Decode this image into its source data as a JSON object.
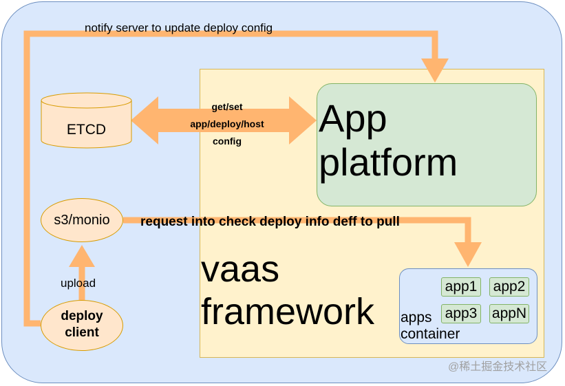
{
  "diagram": {
    "etcd": {
      "label": "ETCD"
    },
    "s3": {
      "label": "s3/monio"
    },
    "deploy_client": {
      "line1": "deploy",
      "line2": "client"
    },
    "app_platform": {
      "line1": "App",
      "line2": "platform"
    },
    "vaas": {
      "line1": "vaas",
      "line2": "framework"
    },
    "apps_container": {
      "line1": "apps",
      "line2": "container"
    },
    "apps": [
      "app1",
      "app2",
      "app3",
      "appN"
    ],
    "edges": {
      "notify": "notify server to update deploy config",
      "etcd_line1": "get/set",
      "etcd_line2": "app/deploy/host",
      "etcd_line3": "config",
      "request": "request into check deploy info deff to pull",
      "upload": "upload"
    },
    "watermark": "@稀土掘金技术社区"
  },
  "colors": {
    "outer_fill": "#dae8fc",
    "yellow_fill": "#fff2cc",
    "green_fill": "#d5e8d4",
    "orange_fill": "#ffe6cc",
    "arrow": "#ffb570"
  }
}
